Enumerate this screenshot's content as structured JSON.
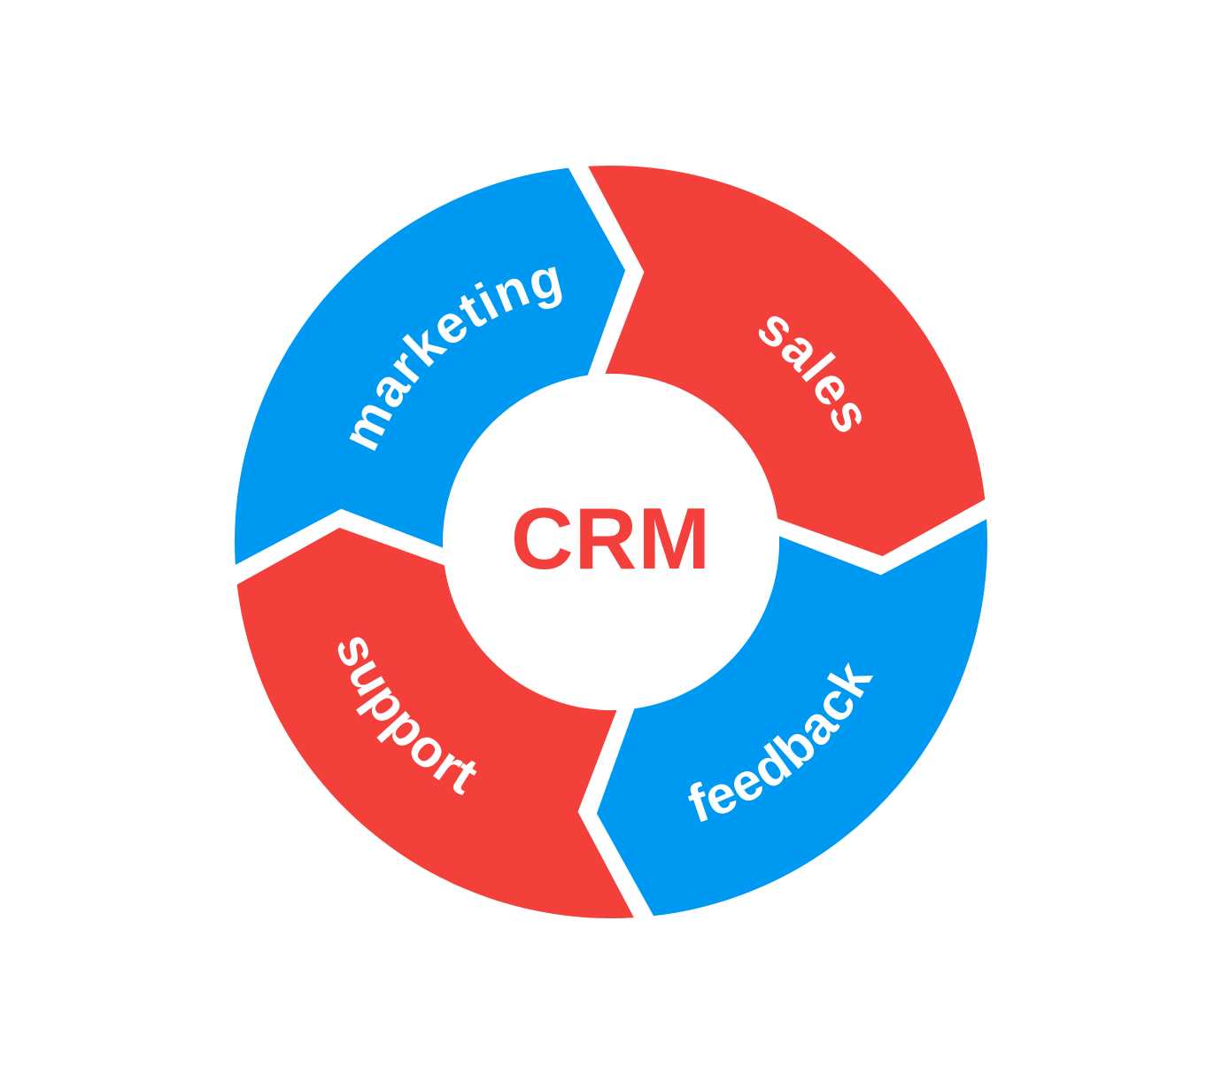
{
  "diagram": {
    "center_label": "CRM",
    "flow_direction": "clockwise",
    "colors": {
      "blue": "#0099F2",
      "red": "#F4403B",
      "label_text": "#FFFFFF",
      "center_text": "#F4403B",
      "background": "#FFFFFF"
    },
    "segments": [
      {
        "id": "marketing",
        "label": "marketing",
        "color": "#0099F2",
        "position": "top-left",
        "head_angle": 85,
        "tail_angle": 175
      },
      {
        "id": "sales",
        "label": "sales",
        "color": "#F4403B",
        "position": "top-right",
        "head_angle": -5,
        "tail_angle": 85
      },
      {
        "id": "feedback",
        "label": "feedback",
        "color": "#0099F2",
        "position": "bottom-right",
        "head_angle": -95,
        "tail_angle": -5
      },
      {
        "id": "support",
        "label": "support",
        "color": "#F4403B",
        "position": "bottom-left",
        "head_angle": 175,
        "tail_angle": 265
      }
    ]
  }
}
